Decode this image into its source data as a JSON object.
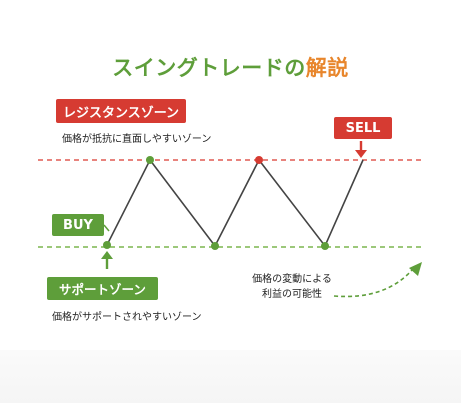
{
  "title": {
    "part1": "スイングトレードの",
    "part2": "解説"
  },
  "resistance": {
    "label": "レジスタンスゾーン",
    "description": "価格が抵抗に直面しやすいゾーン"
  },
  "support": {
    "label": "サポートゾーン",
    "description": "価格がサポートされやすいゾーン"
  },
  "buy_label": "BUY",
  "sell_label": "SELL",
  "profit_note": {
    "line1": "価格の変動による",
    "line2": "利益の可能性"
  },
  "colors": {
    "green": "#5e9e3a",
    "red": "#d63b32",
    "orange": "#e8862c",
    "resistance_line": "#e05a52",
    "support_line": "#7cb64e"
  }
}
